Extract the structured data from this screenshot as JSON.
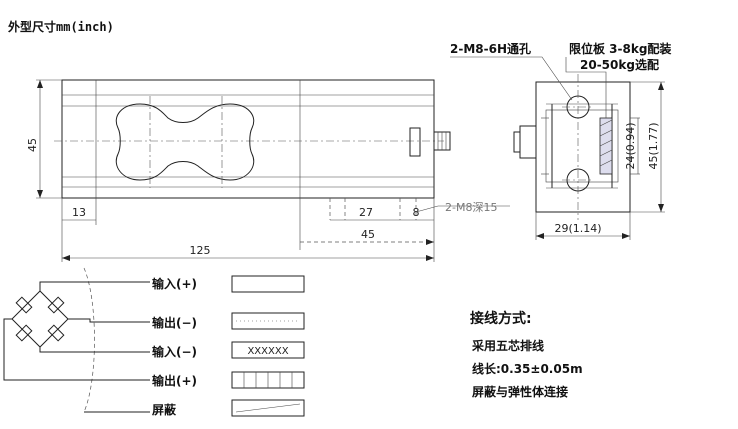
{
  "title": "外型尺寸mm(inch)",
  "side_view": {
    "height": "45",
    "dim_13": "13",
    "dim_27": "27",
    "dim_8": "8",
    "dim_45": "45",
    "length": "125",
    "hole_note": "2-M8深15"
  },
  "end_view": {
    "hole_label": "2-M8-6H通孔",
    "plate_label_1": "限位板 3-8kg配装",
    "plate_label_2": "20-50kg选配",
    "dim_24": "24(0.94)",
    "dim_45": "45(1.77)",
    "width": "29(1.14)"
  },
  "wiring": {
    "rows": [
      {
        "label": "输入(+)",
        "pattern": "empty"
      },
      {
        "label": "输出(−)",
        "pattern": "dotted"
      },
      {
        "label": "输入(−)",
        "pattern": "XXXXXX"
      },
      {
        "label": "输出(+)",
        "pattern": "bars"
      },
      {
        "label": "屏蔽",
        "pattern": "diagonal"
      }
    ]
  },
  "notes": {
    "heading": "接线方式:",
    "line1": "采用五芯排线",
    "line2": "线长:0.35±0.05m",
    "line3": "屏蔽与弹性体连接"
  }
}
